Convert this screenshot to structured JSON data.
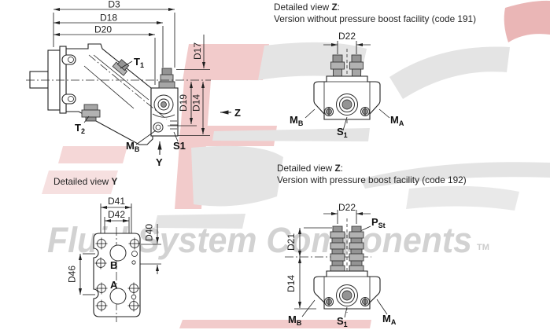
{
  "colors": {
    "line": "#1f1f1f",
    "metal_light": "#b2b2b2",
    "metal_dark": "#949494",
    "watermark_pink": "#f2cbcb",
    "watermark_red": "#eab6b6",
    "watermark_gray": "#e4e4e4",
    "watermark_text_gray": "#d2d2d2",
    "background": "#ffffff"
  },
  "watermark": {
    "brand_text": "Fluid System Components",
    "trademark": "TM"
  },
  "main": {
    "dims": {
      "d3": "D3",
      "d18": "D18",
      "d20": "D20",
      "d17": "D17",
      "d19": "D19",
      "d14": "D14"
    },
    "labels": {
      "t1": {
        "main": "T",
        "sub": "1"
      },
      "t2": {
        "main": "T",
        "sub": "2"
      },
      "mb": {
        "main": "M",
        "sub": "B"
      },
      "s1": "S1",
      "y_axis": "Y",
      "z_axis": "Z"
    }
  },
  "detail_z_191": {
    "title_prefix": "Detailed view ",
    "title_key": "Z",
    "title_colon": ":",
    "subtitle": "Version without pressure boost facility (code 191)",
    "dims": {
      "d22": "D22"
    },
    "labels": {
      "mb": {
        "main": "M",
        "sub": "B"
      },
      "ma": {
        "main": "M",
        "sub": "A"
      },
      "s1": {
        "main": "S",
        "sub": "1"
      }
    }
  },
  "detail_y": {
    "title_prefix": "Detailed view ",
    "title_key": "Y",
    "dims": {
      "d41": "D41",
      "d42": "D42",
      "d40": "D40",
      "d46": "D46"
    },
    "labels": {
      "b": "B",
      "a": "A"
    }
  },
  "detail_z_192": {
    "title_prefix": "Detailed view ",
    "title_key": "Z",
    "title_colon": ":",
    "subtitle": "Version with pressure boost facility (code 192)",
    "dims": {
      "d22": "D22",
      "d21": "D21",
      "d14": "D14"
    },
    "labels": {
      "pst": {
        "main": "P",
        "sub": "St"
      },
      "mb": {
        "main": "M",
        "sub": "B"
      },
      "ma": {
        "main": "M",
        "sub": "A"
      },
      "s1": {
        "main": "S",
        "sub": "1"
      }
    }
  }
}
